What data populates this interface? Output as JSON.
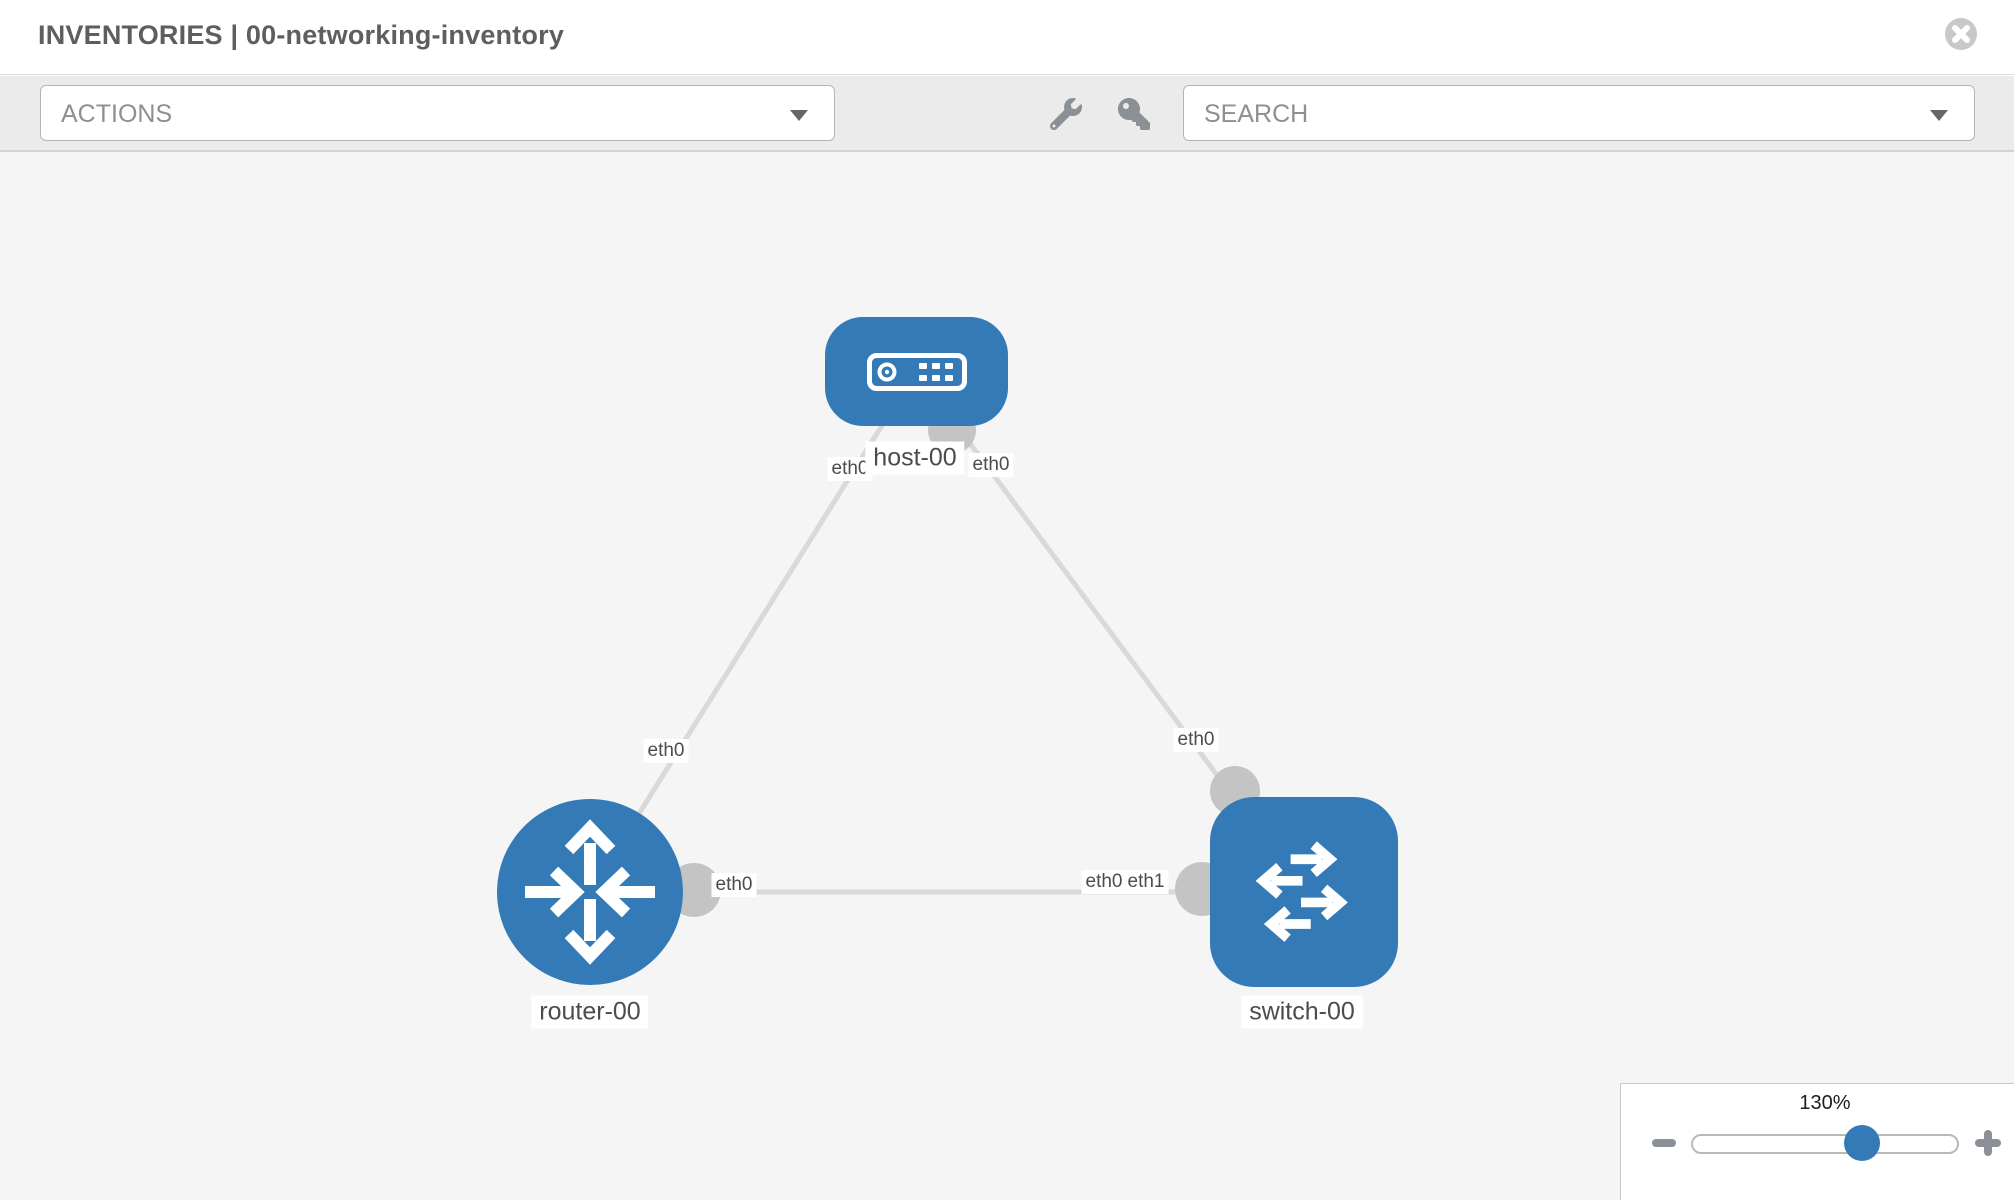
{
  "header": {
    "title": "INVENTORIES | 00-networking-inventory"
  },
  "toolbar": {
    "actions_dropdown": {
      "label": "ACTIONS"
    },
    "search_dropdown": {
      "label": "SEARCH"
    },
    "icons": [
      "wrench-icon",
      "key-icon"
    ]
  },
  "topology": {
    "nodes": [
      {
        "id": "host-00",
        "label": "host-00",
        "type": "host"
      },
      {
        "id": "router-00",
        "label": "router-00",
        "type": "router"
      },
      {
        "id": "switch-00",
        "label": "switch-00",
        "type": "switch"
      }
    ],
    "links": [
      {
        "from": "host-00",
        "to": "router-00"
      },
      {
        "from": "host-00",
        "to": "switch-00"
      },
      {
        "from": "router-00",
        "to": "switch-00"
      }
    ],
    "interface_labels": [
      {
        "text": "eth0",
        "near": "host-00 left"
      },
      {
        "text": "eth0",
        "near": "host-00 right"
      },
      {
        "text": "eth0",
        "near": "router-00 top"
      },
      {
        "text": "eth0",
        "near": "router-00 right"
      },
      {
        "text": "eth0",
        "near": "switch-00 top"
      },
      {
        "text": "eth0",
        "near": "switch-00 left (partially hidden)"
      },
      {
        "text": "eth1",
        "near": "switch-00 left"
      }
    ]
  },
  "zoom_control": {
    "value": "130%",
    "percent_position": 64
  },
  "colors": {
    "node_blue": "#337ab7",
    "link_gray": "#d9d9d9",
    "port_gray": "#c4c4c4",
    "canvas_bg": "#f5f5f5",
    "toolbar_bg": "#ebebeb"
  }
}
